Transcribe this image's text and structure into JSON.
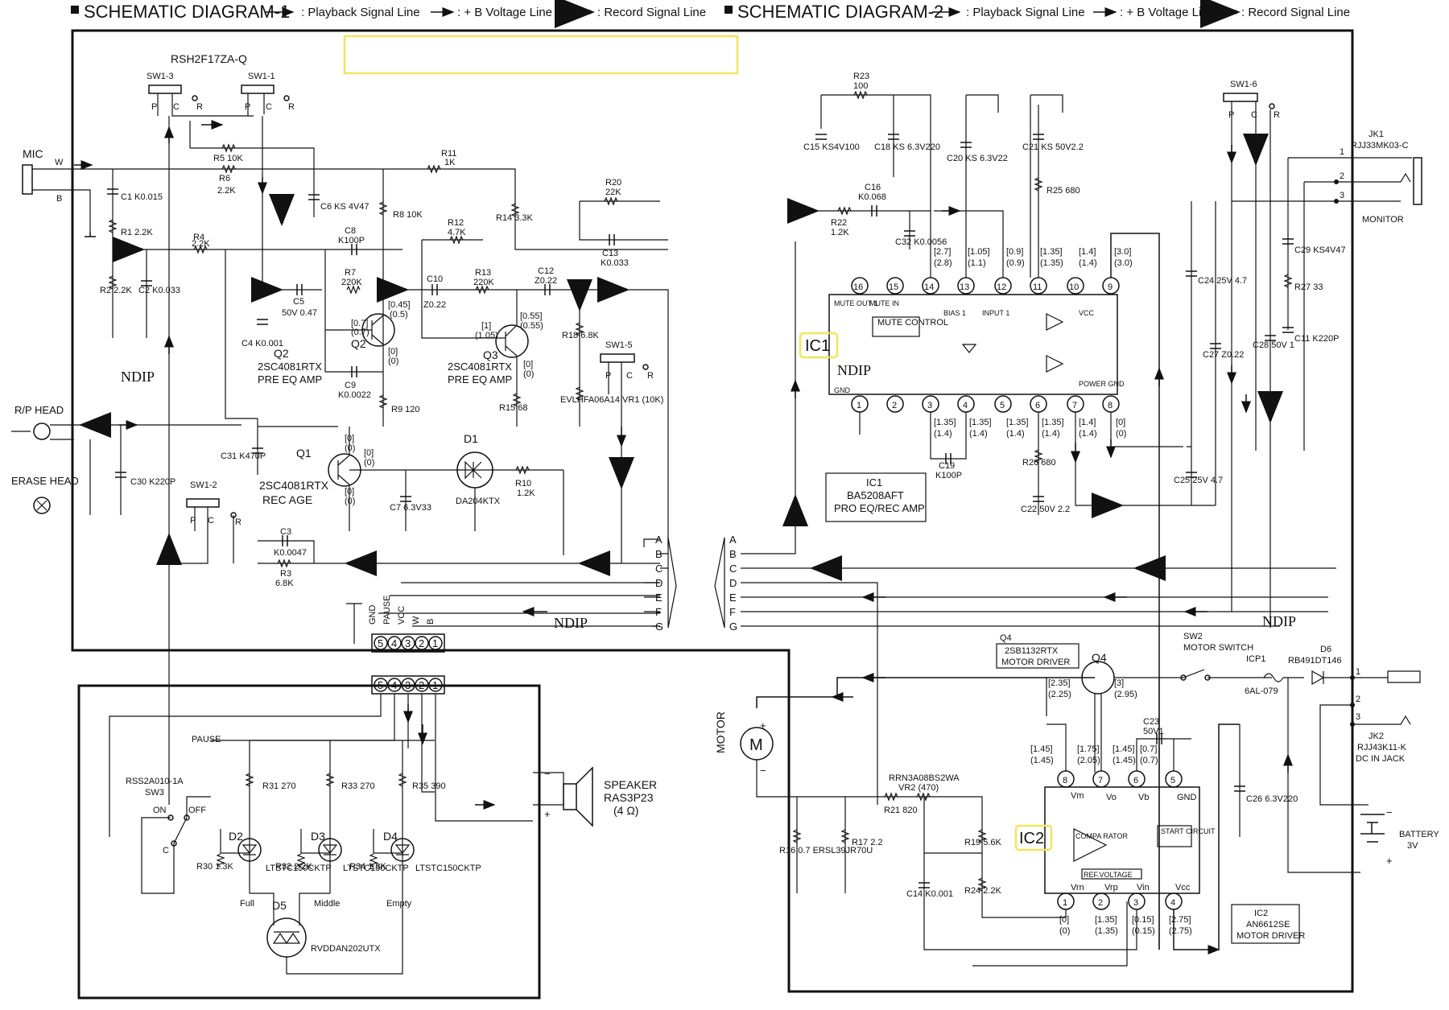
{
  "legend": {
    "diagram1_title": "SCHEMATIC DIAGRAM-1",
    "diagram2_title": "SCHEMATIC DIAGRAM-2",
    "playback": ": Playback Signal  Line",
    "voltage": ": + B Voltage Line",
    "record": ": Record Signal Line"
  },
  "diagram1": {
    "switch_part": "RSH2F17ZA-Q",
    "sw1_3": "SW1-3",
    "sw1_1": "SW1-1",
    "sw1_2": "SW1-2",
    "sw1_5": "SW1-5",
    "mic": "MIC",
    "rp_head": "R/P  HEAD",
    "erase_head": "ERASE  HEAD",
    "ndip": "NDIP",
    "q1_name": "Q1",
    "q1_part": "2SC4081RTX",
    "q1_func": "REC AGE",
    "q2_name": "Q2",
    "q2_part": "2SC4081RTX",
    "q2_func": "PRE EQ AMP",
    "q3_name": "Q3",
    "q3_part": "2SC4081RTX",
    "q3_func": "PRE EQ AMP",
    "d1_name": "D1",
    "d1_part": "DA204KTX",
    "vr1": "EVLHFA06A14 VR1 (10K)",
    "r1": "R1 2.2K",
    "r2": "R2 2.2K",
    "r3": "R3",
    "r3v": "6.8K",
    "r4": "R4",
    "r4v": "2.2K",
    "r5": "R5  10K",
    "r6": "R6",
    "r6v": "2.2K",
    "r7": "R7",
    "r7v": "220K",
    "r8": "R8 10K",
    "r9": "R9 120",
    "r10": "R10",
    "r10v": "1.2K",
    "r11": "R11",
    "r11v": "1K",
    "r12": "R12",
    "r12v": "4.7K",
    "r13": "R13",
    "r13v": "220K",
    "r14": "R14 3.3K",
    "r15": "R15 68",
    "r18": "R18 6.8K",
    "r20": "R20",
    "r20v": "22K",
    "c1": "C1 K0.015",
    "c2": "C2 K0.033",
    "c3": "C3",
    "c3v": "K0.0047",
    "c4": "C4 K0.001",
    "c5": "C5",
    "c5v": "50V 0.47",
    "c6": "C6 KS 4V47",
    "c7": "C7 6.3V33",
    "c8": "C8",
    "c8v": "K100P",
    "c9": "C9",
    "c9v": "K0.0022",
    "c10": "C10",
    "c10v": "Z0.22",
    "c12": "C12",
    "c12v": "Z0.22",
    "c13": "C13",
    "c13v": "K0.033",
    "c30": "C30 K220P",
    "c31": "C31 K470P"
  },
  "diagram2": {
    "ndip": "NDIP",
    "ic1_tag": "IC1",
    "ic1_name": "IC1",
    "ic1_part": "BA5208AFT",
    "ic1_func": "PRO EQ/REC AMP",
    "mute_control": "MUTE CONTROL",
    "ic2_tag": "IC2",
    "ic2_name": "IC2",
    "ic2_part": "AN6612SE",
    "ic2_func": "MOTOR DRIVER",
    "comparator": "COMPA RATOR",
    "start_circuit": "START CIRCUIT",
    "ref_voltage": "REF.VOLTAGE",
    "q4_name": "Q4",
    "q4_part": "2SB1132RTX",
    "q4_func": "MOTOR DRIVER",
    "sw2": "SW2",
    "sw2_func": "MOTOR SWITCH",
    "sw1_6": "SW1-6",
    "icp1": "ICP1",
    "icp1_part": "6AL-079",
    "d6": "D6",
    "d6_part": "RB491DT146",
    "jk1": "JK1",
    "jk1_part": "RJJ33MK03-C",
    "monitor": "MONITOR",
    "jk2": "JK2",
    "jk2_part": "RJJ43K11-K",
    "jk2_func": "DC IN JACK",
    "battery": "BATTERY",
    "battery_v": "3V",
    "motor": "MOTOR",
    "r16": "R16 0.7 ERSL39JR70U",
    "r17": "R17 2.2",
    "r19": "R19 5.6K",
    "r21": "R21 820",
    "r22": "R22",
    "r22v": "1.2K",
    "r23": "R23",
    "r23v": "100",
    "r24": "R24 2.2K",
    "r25": "R25 680",
    "r26": "R26 680",
    "r27": "R27 33",
    "vr2_part": "RRN3A08BS2WA",
    "vr2": "VR2 (470)",
    "c11": "C11 K220P",
    "c14": "C14 K0.001",
    "c15": "C15 KS4V100",
    "c16": "C16",
    "c16v": "K0.068",
    "c18": "C18 KS 6.3V220",
    "c19": "C19",
    "c19v": "K100P",
    "c20": "C20 KS 6.3V22",
    "c21": "C21 KS 50V2.2",
    "c22": "C22 50V 2.2",
    "c23": "C23",
    "c23v": "50V1",
    "c24": "C24 25V 4.7",
    "c25": "C25 25V 4.7",
    "c26": "C26 6.3V220",
    "c27": "C27 Z0.22",
    "c28": "C28 50V 1",
    "c29": "C29 KS4V47",
    "c32": "C32 K0.0056"
  },
  "connector": {
    "pins": [
      "5",
      "4",
      "3",
      "2",
      "1"
    ],
    "labels": [
      "GND",
      "PAUSE",
      "VCC",
      "W",
      "B"
    ],
    "bus": [
      "A",
      "B",
      "C",
      "D",
      "E",
      "F",
      "G"
    ]
  },
  "led_board": {
    "sw3_part": "RSS2A010-1A",
    "sw3": "SW3",
    "on": "ON",
    "off": "OFF",
    "pause": "PAUSE",
    "c": "C",
    "speaker": "SPEAKER",
    "speaker_part": "RAS3P23",
    "speaker_ohm": "(4 Ω)",
    "d2": "D2",
    "d3": "D3",
    "d4": "D4",
    "d5": "D5",
    "d5_part": "RVDDAN202UTX",
    "led_part": "LTSTC150CKTP",
    "full": "Full",
    "middle": "Middle",
    "empty": "Empty",
    "r30": "R30 1.3K",
    "r31": "R31 270",
    "r32": "R32 2.2K",
    "r33": "R33 270",
    "r34": "R34 1.3K",
    "r35": "R35 390"
  }
}
